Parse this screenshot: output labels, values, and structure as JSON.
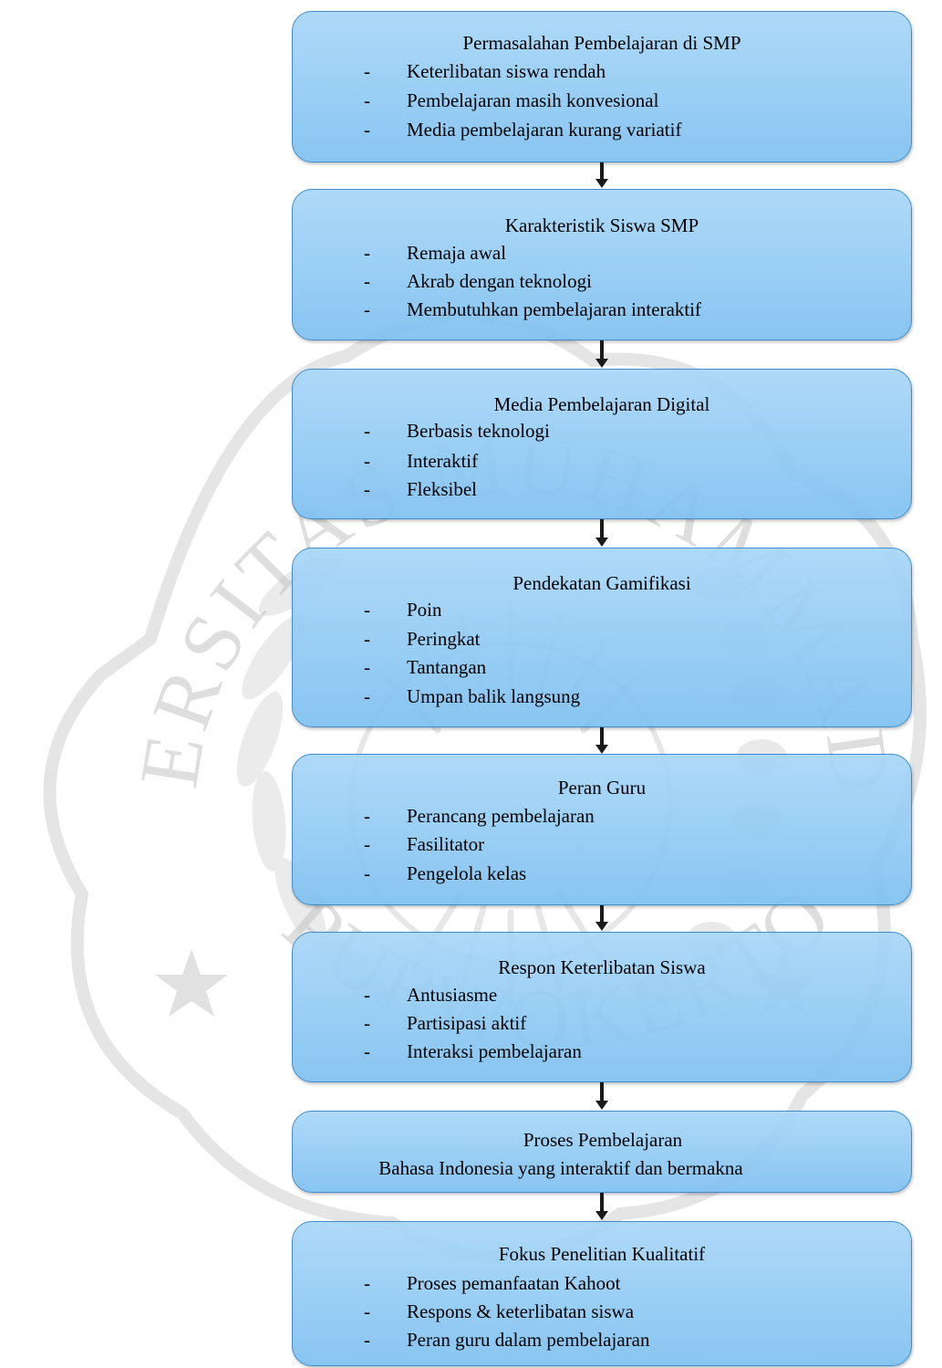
{
  "boxes": [
    {
      "title": "Permasalahan Pembelajaran di SMP",
      "items": [
        "Keterlibatan siswa rendah",
        "Pembelajaran masih konvesional",
        "Media pembelajaran kurang variatif"
      ]
    },
    {
      "title": "Karakteristik Siswa SMP",
      "items": [
        "Remaja awal",
        "Akrab dengan teknologi",
        "Membutuhkan pembelajaran interaktif"
      ]
    },
    {
      "title": "Media Pembelajaran Digital",
      "items": [
        "Berbasis teknologi",
        "Interaktif",
        "Fleksibel"
      ]
    },
    {
      "title": "Pendekatan Gamifikasi",
      "items": [
        "Poin",
        "Peringkat",
        "Tantangan",
        "Umpan balik langsung"
      ]
    },
    {
      "title": "Peran Guru",
      "items": [
        "Perancang pembelajaran",
        "Fasilitator",
        "Pengelola kelas"
      ]
    },
    {
      "title": "Respon Keterlibatan Siswa",
      "items": [
        "Antusiasme",
        "Partisipasi aktif",
        "Interaksi pembelajaran"
      ]
    },
    {
      "title": "Proses Pembelajaran",
      "subtitle": "Bahasa Indonesia yang interaktif dan bermakna"
    },
    {
      "title": "Fokus Penelitian Kualitatif",
      "items": [
        "Proses pemanfaatan Kahoot",
        "Respons & keterlibatan siswa",
        "Peran guru dalam pembelajaran"
      ]
    }
  ],
  "bullet": "-",
  "watermark": {
    "top_text": "UNIVERSITAS MUHAMMADIYAH",
    "bottom_text": "PURWOKERTO",
    "color": "#bfbfbf"
  },
  "colors": {
    "box_fill_top": "#a8d6f8",
    "box_fill_bottom": "#7ec0f0",
    "box_border": "#3f8fd0",
    "arrow": "#1a1a1a"
  }
}
